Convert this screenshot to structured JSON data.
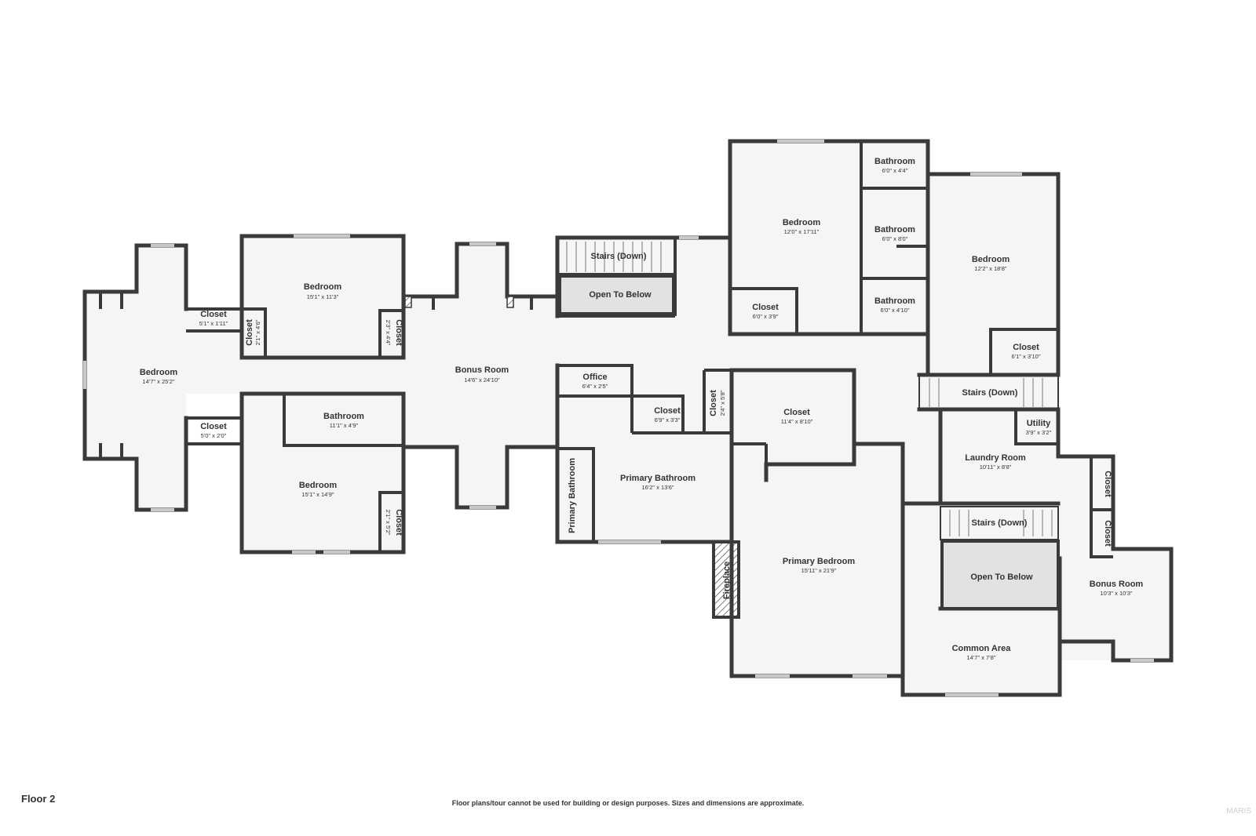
{
  "floor_label": "Floor 2",
  "disclaimer": "Floor plans/tour cannot be used for building or design purposes. Sizes and dimensions are approximate.",
  "watermark": "MARIS",
  "rooms": {
    "bedroom_west": {
      "name": "Bedroom",
      "dim": "14'7\" x 25'2\""
    },
    "closet_w_top": {
      "name": "Closet",
      "dim": "5'1\" x 1'11\""
    },
    "closet_w_bottom": {
      "name": "Closet",
      "dim": "5'0\" x 2'0\""
    },
    "bedroom_nw": {
      "name": "Bedroom",
      "dim": "15'1\" x 11'3\""
    },
    "closet_nw_left": {
      "name": "Closet",
      "dim": "2'1\" x 4'6\""
    },
    "closet_nw_right": {
      "name": "Closet",
      "dim": "2'3\" x 4'4\""
    },
    "bathroom_sw": {
      "name": "Bathroom",
      "dim": "11'1\" x 4'9\""
    },
    "bedroom_sw": {
      "name": "Bedroom",
      "dim": "15'1\" x 14'9\""
    },
    "closet_sw": {
      "name": "Closet",
      "dim": "2'1\" x 5'2\""
    },
    "bonus_room_center": {
      "name": "Bonus Room",
      "dim": "14'6\" x 24'10\""
    },
    "stairs_down_1": {
      "name": "Stairs (Down)"
    },
    "open_below_1": {
      "name": "Open To Below"
    },
    "office": {
      "name": "Office",
      "dim": "6'4\" x 2'5\""
    },
    "closet_office": {
      "name": "Closet",
      "dim": "6'9\" x 3'3\""
    },
    "closet_vertical_mid": {
      "name": "Closet",
      "dim": "2'4\" x 5'8\""
    },
    "primary_bathroom": {
      "name": "Primary Bathroom",
      "dim": "16'2\" x 13'6\""
    },
    "primary_bathroom_small": {
      "name": "Primary Bathroom"
    },
    "fireplace": {
      "name": "Fireplace"
    },
    "bedroom_ne": {
      "name": "Bedroom",
      "dim": "12'0\" x 17'11\""
    },
    "closet_ne": {
      "name": "Closet",
      "dim": "6'0\" x 3'9\""
    },
    "bathroom_1": {
      "name": "Bathroom",
      "dim": "6'0\" x 4'4\""
    },
    "bathroom_2": {
      "name": "Bathroom",
      "dim": "6'0\" x 8'0\""
    },
    "bathroom_3": {
      "name": "Bathroom",
      "dim": "6'0\" x 4'10\""
    },
    "bedroom_east": {
      "name": "Bedroom",
      "dim": "12'2\" x 18'8\""
    },
    "closet_east": {
      "name": "Closet",
      "dim": "6'1\" x 3'10\""
    },
    "stairs_down_2": {
      "name": "Stairs (Down)"
    },
    "closet_primary": {
      "name": "Closet",
      "dim": "11'4\" x 8'10\""
    },
    "primary_bedroom": {
      "name": "Primary Bedroom",
      "dim": "15'11\" x 21'9\""
    },
    "utility": {
      "name": "Utility",
      "dim": "3'9\" x 3'2\""
    },
    "laundry_room": {
      "name": "Laundry Room",
      "dim": "10'11\" x 8'8\""
    },
    "closet_laundry_1": {
      "name": "Closet"
    },
    "closet_laundry_2": {
      "name": "Closet"
    },
    "stairs_down_3": {
      "name": "Stairs (Down)"
    },
    "open_below_2": {
      "name": "Open To Below"
    },
    "bonus_room_east": {
      "name": "Bonus Room",
      "dim": "10'3\" x 10'3\""
    },
    "common_area": {
      "name": "Common Area",
      "dim": "14'7\" x 7'8\""
    }
  }
}
